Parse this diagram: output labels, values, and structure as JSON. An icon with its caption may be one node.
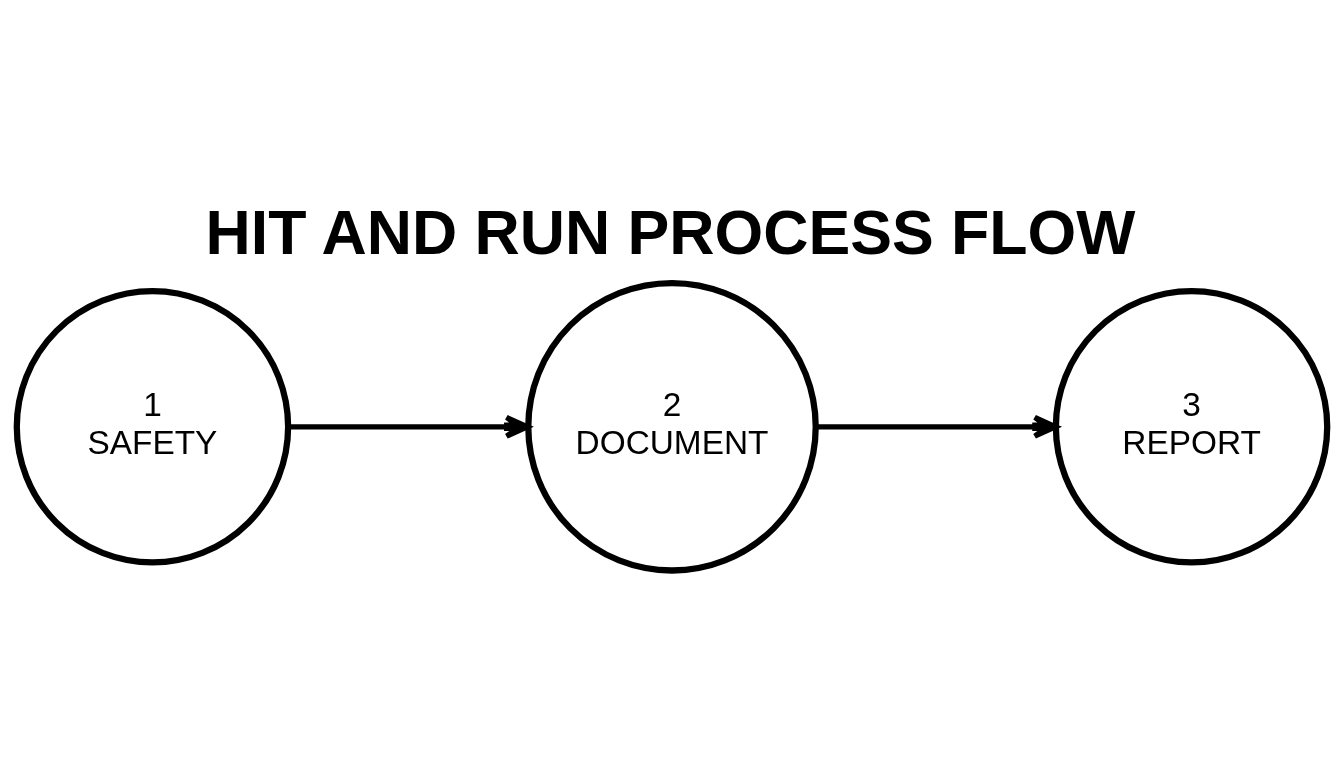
{
  "diagram": {
    "title": "HIT AND RUN PROCESS FLOW",
    "nodes": [
      {
        "text": [
          "1",
          "SAFETY"
        ]
      },
      {
        "text": [
          "2",
          "DOCUMENT"
        ]
      },
      {
        "text": [
          "3",
          "REPORT"
        ]
      }
    ],
    "edges": [
      {
        "from": 0,
        "to": 1,
        "arrow": "to"
      },
      {
        "from": 1,
        "to": 2,
        "arrow": "to"
      }
    ]
  }
}
